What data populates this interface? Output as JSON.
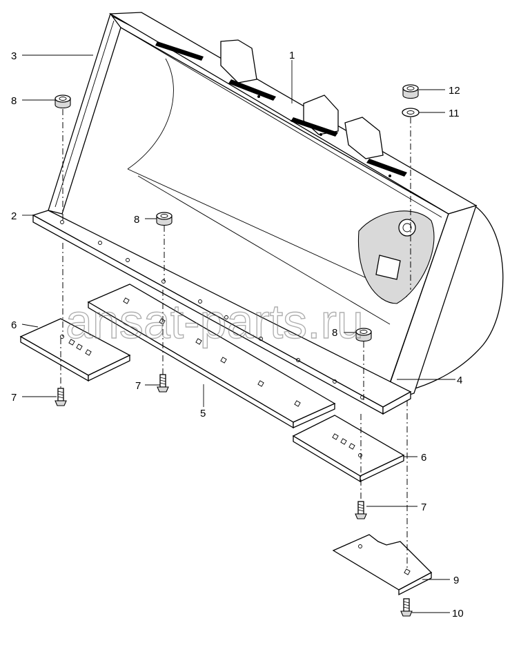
{
  "diagram": {
    "watermark": "ansat-parts.ru",
    "parts": [
      {
        "number": "1",
        "part": "bucket"
      },
      {
        "number": "2",
        "part": "base-edge"
      },
      {
        "number": "3",
        "part": "left-side-plate"
      },
      {
        "number": "4",
        "part": "right-side-plate"
      },
      {
        "number": "5",
        "part": "center-cutting-edge"
      },
      {
        "number": "6",
        "part": "end-cutting-edge"
      },
      {
        "number": "7",
        "part": "plow-bolt"
      },
      {
        "number": "8",
        "part": "nut"
      },
      {
        "number": "9",
        "part": "side-cutter"
      },
      {
        "number": "10",
        "part": "bolt"
      },
      {
        "number": "11",
        "part": "washer"
      },
      {
        "number": "12",
        "part": "nut"
      }
    ]
  }
}
